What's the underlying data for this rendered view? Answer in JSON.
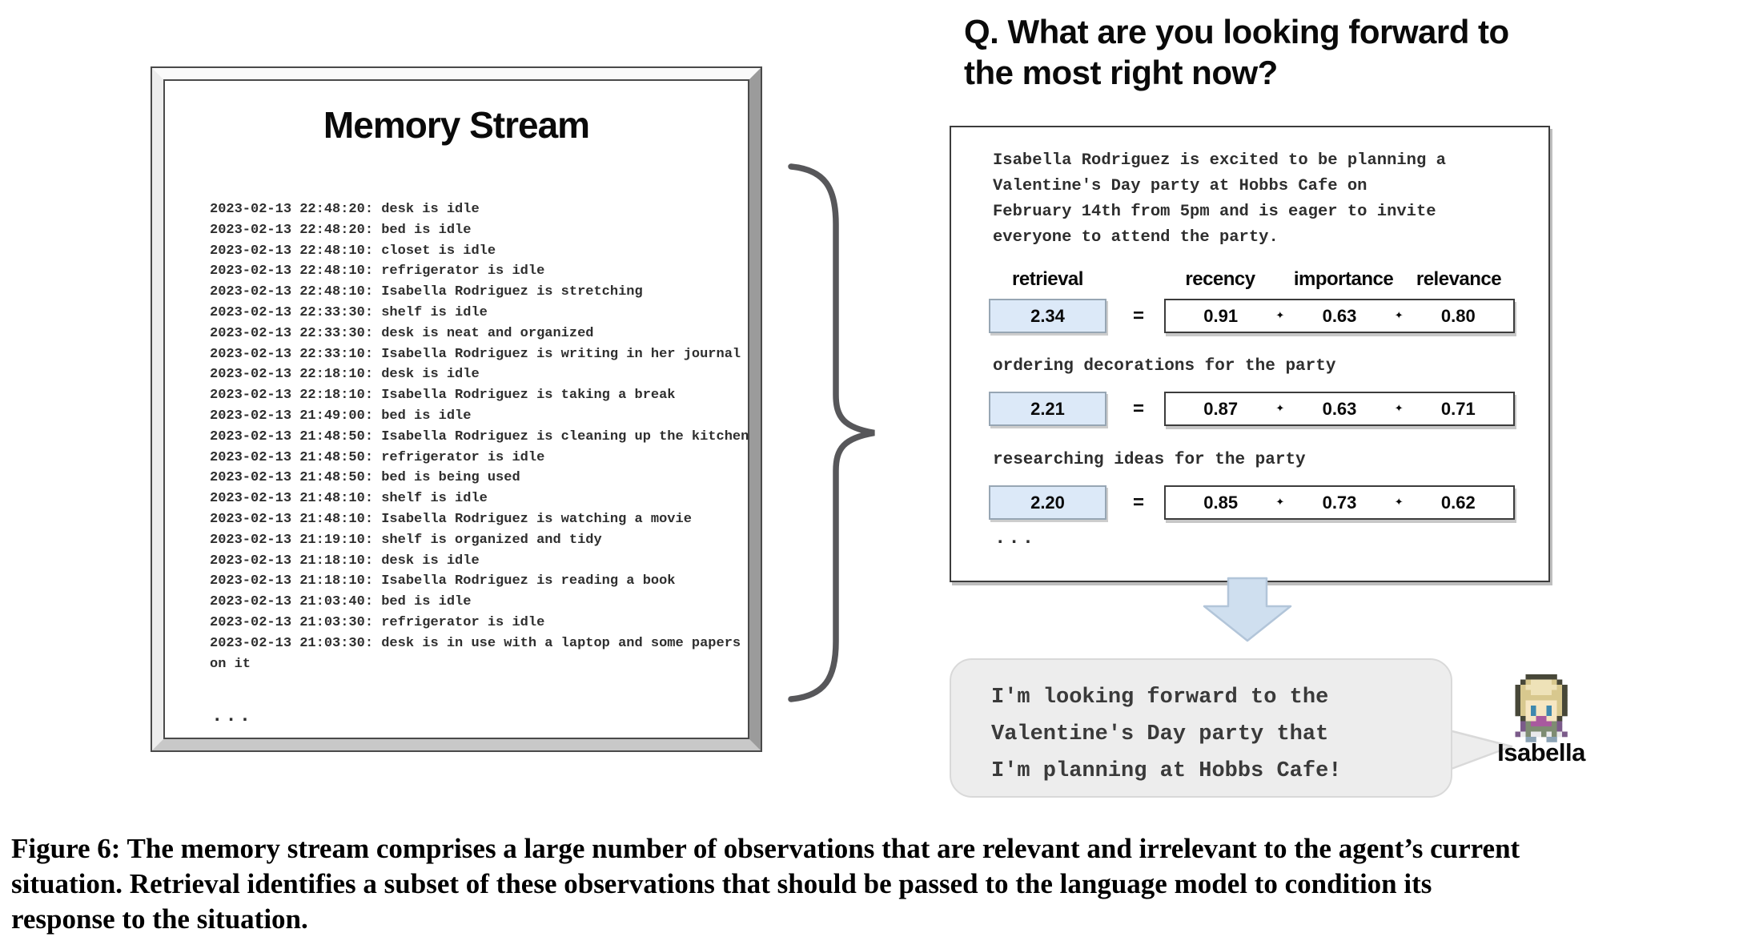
{
  "question": {
    "text": "Q. What are you looking forward to\nthe most right now?"
  },
  "memory_stream": {
    "title": "Memory Stream",
    "entries": [
      "2023-02-13 22:48:20: desk is idle",
      "2023-02-13 22:48:20: bed is idle",
      "2023-02-13 22:48:10: closet is idle",
      "2023-02-13 22:48:10: refrigerator is idle",
      "2023-02-13 22:48:10: Isabella Rodriguez is stretching",
      "2023-02-13 22:33:30: shelf is idle",
      "2023-02-13 22:33:30: desk is neat and organized",
      "2023-02-13 22:33:10: Isabella Rodriguez is writing in her journal",
      "2023-02-13 22:18:10: desk is idle",
      "2023-02-13 22:18:10: Isabella Rodriguez is taking a break",
      "2023-02-13 21:49:00: bed is idle",
      "2023-02-13 21:48:50: Isabella Rodriguez is cleaning up the kitchen",
      "2023-02-13 21:48:50: refrigerator is idle",
      "2023-02-13 21:48:50: bed is being used",
      "2023-02-13 21:48:10: shelf is idle",
      "2023-02-13 21:48:10: Isabella Rodriguez is watching a movie",
      "2023-02-13 21:19:10: shelf is organized and tidy",
      "2023-02-13 21:18:10: desk is idle",
      "2023-02-13 21:18:10: Isabella Rodriguez is reading a book",
      "2023-02-13 21:03:40: bed is idle",
      "2023-02-13 21:03:30: refrigerator is idle",
      "2023-02-13 21:03:30: desk is in use with a laptop and some papers on it"
    ],
    "ellipsis": "..."
  },
  "retrieval_panel": {
    "summary": "Isabella Rodriguez is excited to be planning a\nValentine's Day party at Hobbs Cafe on\nFebruary 14th from 5pm and is eager to invite\neveryone to attend the party.",
    "col_headers": {
      "retrieval": "retrieval",
      "recency": "recency",
      "importance": "importance",
      "relevance": "relevance"
    },
    "equals": "=",
    "separator": "✦",
    "rows": [
      {
        "label": "",
        "retrieval": "2.34",
        "recency": "0.91",
        "importance": "0.63",
        "relevance": "0.80"
      },
      {
        "label": "ordering decorations for the party",
        "retrieval": "2.21",
        "recency": "0.87",
        "importance": "0.63",
        "relevance": "0.71"
      },
      {
        "label": "researching ideas for the party",
        "retrieval": "2.20",
        "recency": "0.85",
        "importance": "0.73",
        "relevance": "0.62"
      }
    ],
    "ellipsis": "..."
  },
  "answer": {
    "bubble_text": "I'm looking forward to the\nValentine's Day party that\nI'm planning at Hobbs Cafe!",
    "agent_name": "Isabella"
  },
  "caption": "Figure 6: The memory stream comprises a large number of observations that are relevant and irrelevant to the agent’s current\nsituation. Retrieval identifies a subset of these observations that should be passed to the language model to condition its\nresponse to the situation.",
  "colors": {
    "arrow_fill": "#cfdfef",
    "arrow_stroke": "#b2c5d9",
    "retrieval_box_fill": "#dce9f8",
    "bubble_fill": "#ededed",
    "brace": "#57575a",
    "panel_border": "#3c3c3c"
  }
}
